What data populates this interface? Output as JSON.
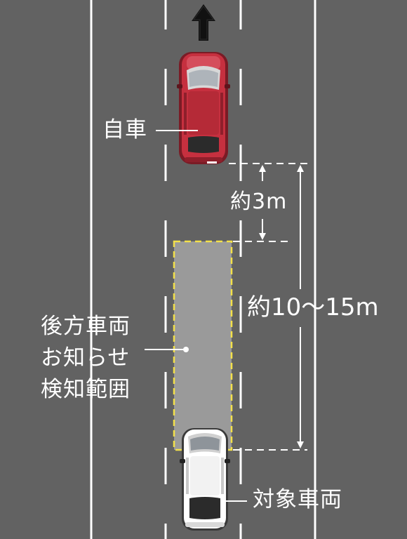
{
  "colors": {
    "road": "#626262",
    "lane_line": "#ffffff",
    "detection_area": "#9a9a9a",
    "detection_border": "#f3e04a",
    "own_car": "#c6303f",
    "target_car": "#ffffff"
  },
  "icons": {
    "direction": "up-arrow-icon",
    "own_vehicle": "red-minivan-icon",
    "target_vehicle": "white-minivan-icon"
  },
  "labels": {
    "own_vehicle": "自車",
    "distance_near": "約3m",
    "distance_range": "約10〜15m",
    "detection_area_lines": [
      "後方車両",
      "お知らせ",
      "検知範囲"
    ],
    "target_vehicle": "対象車両"
  }
}
